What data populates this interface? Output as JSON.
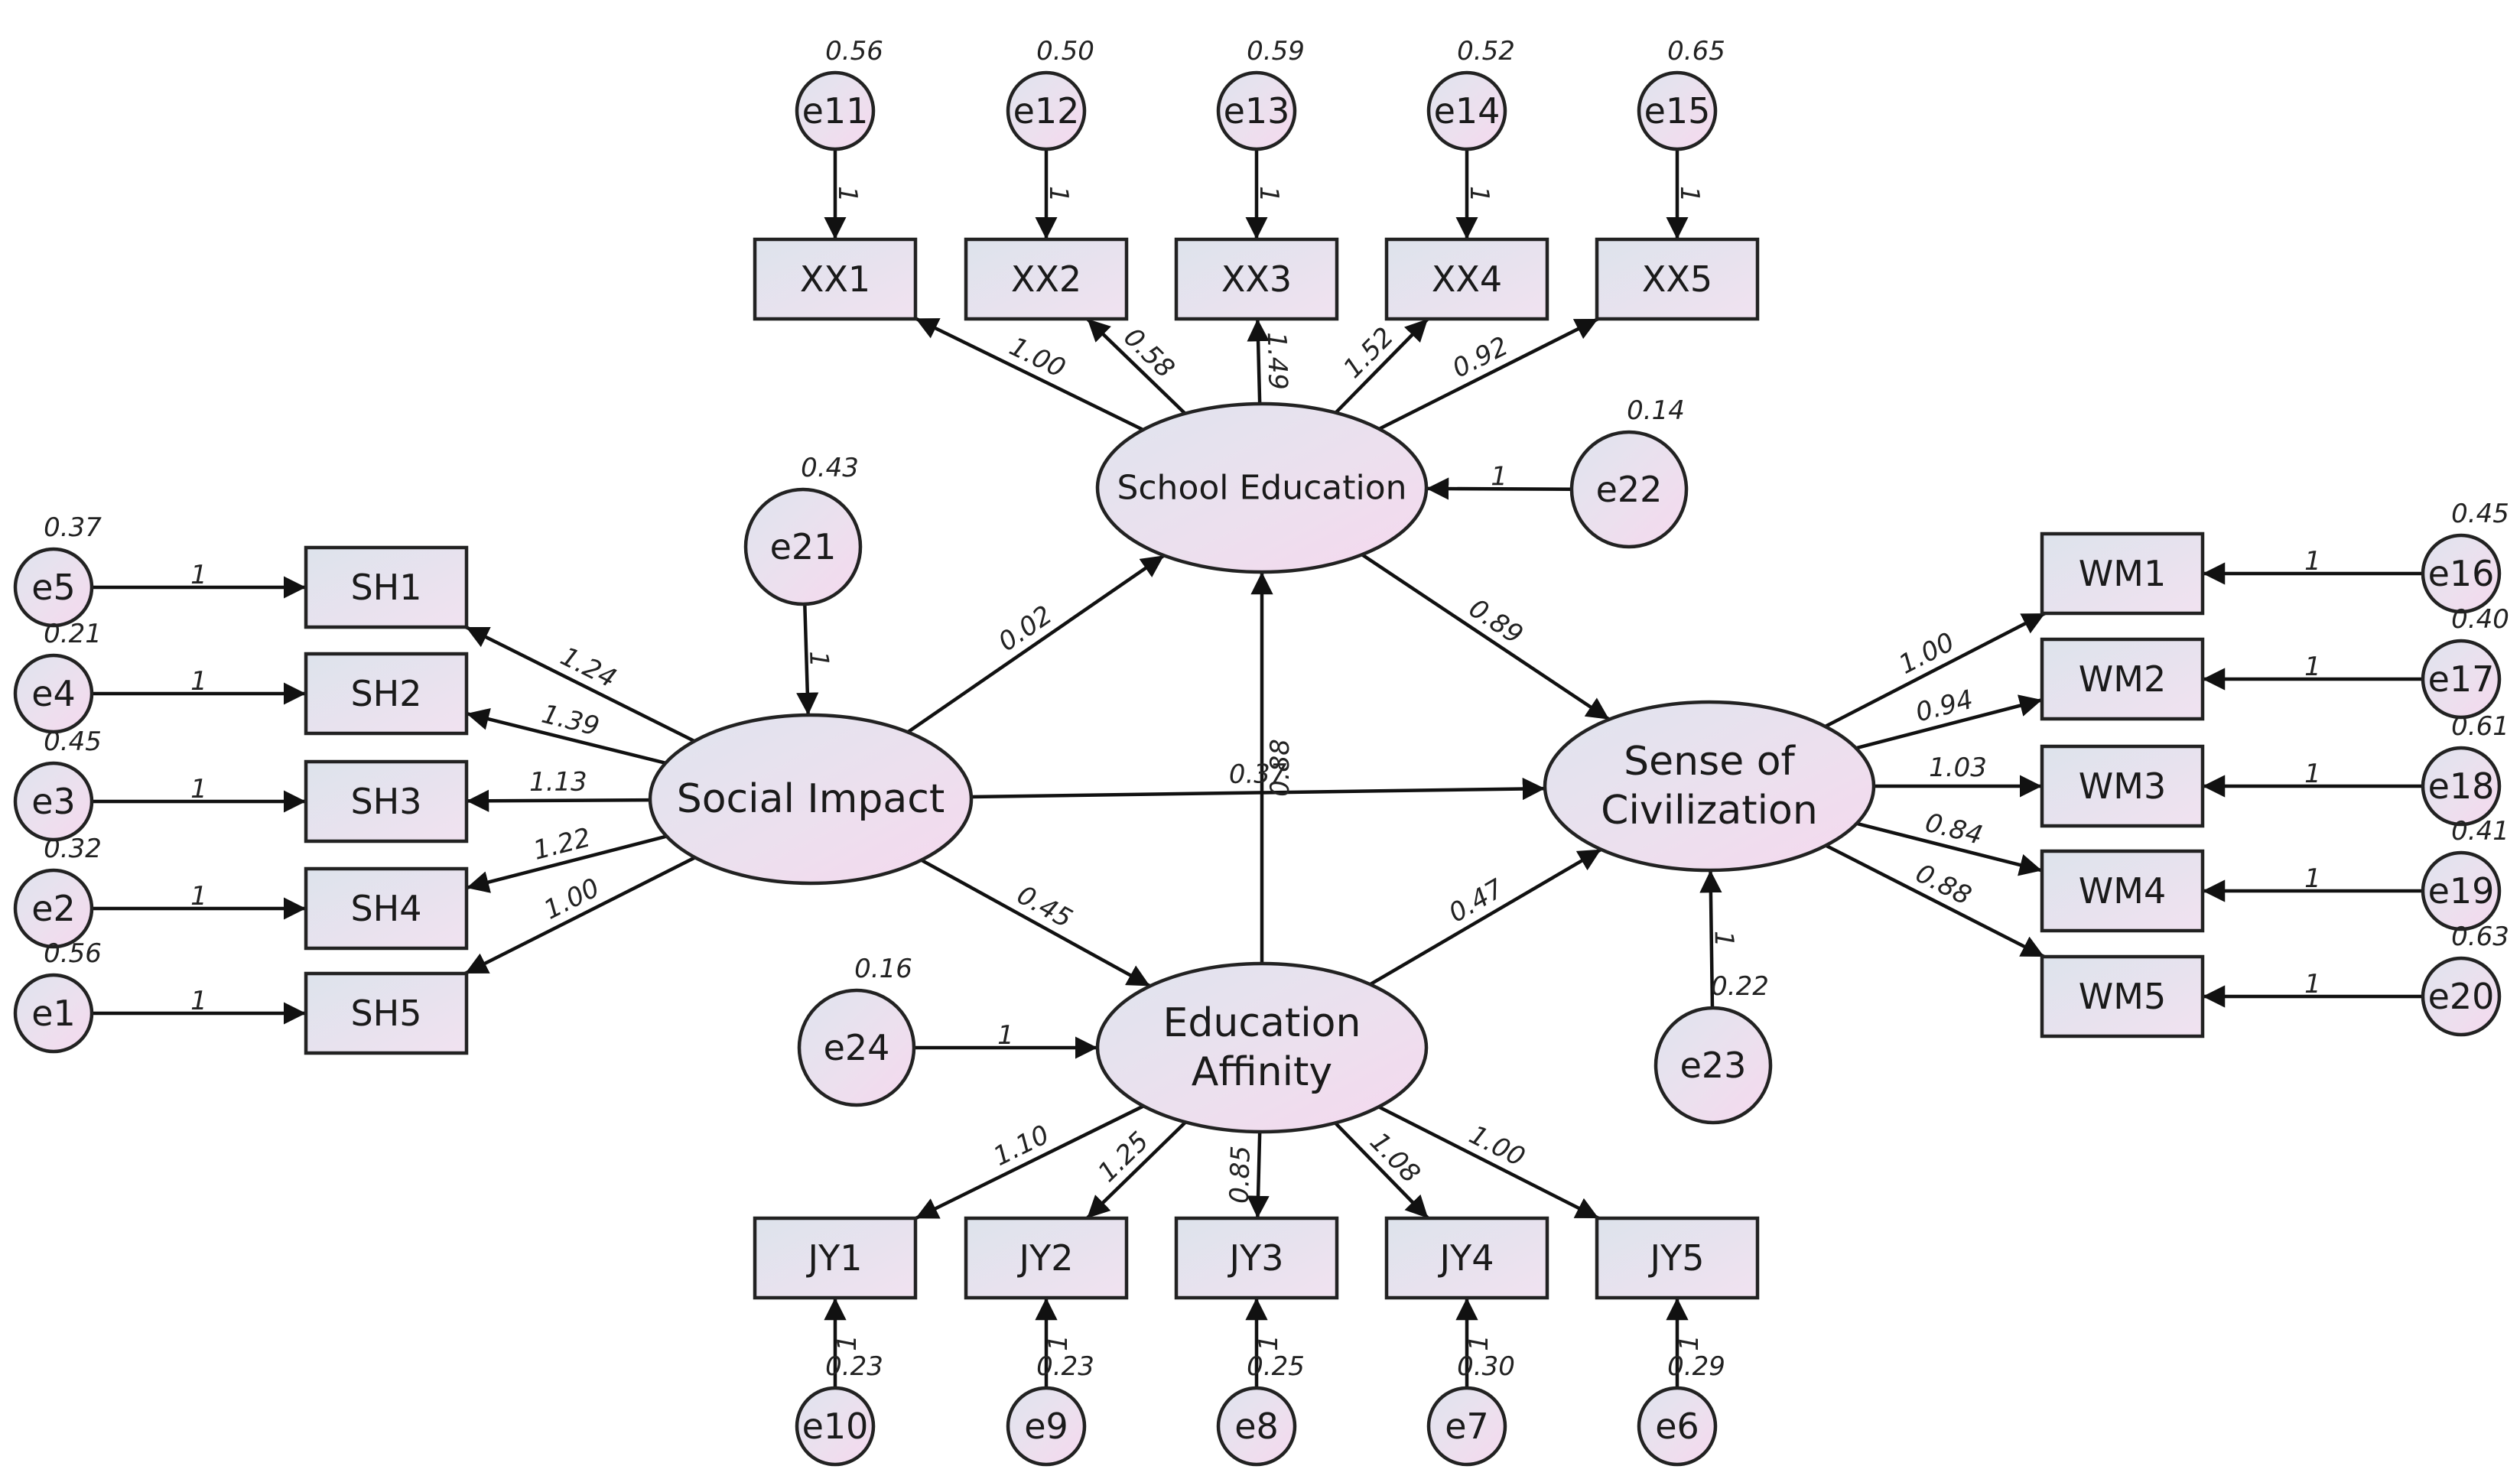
{
  "observed": {
    "XX1": "XX1",
    "XX2": "XX2",
    "XX3": "XX3",
    "XX4": "XX4",
    "XX5": "XX5",
    "SH1": "SH1",
    "SH2": "SH2",
    "SH3": "SH3",
    "SH4": "SH4",
    "SH5": "SH5",
    "WM1": "WM1",
    "WM2": "WM2",
    "WM3": "WM3",
    "WM4": "WM4",
    "WM5": "WM5",
    "JY1": "JY1",
    "JY2": "JY2",
    "JY3": "JY3",
    "JY4": "JY4",
    "JY5": "JY5"
  },
  "latent": {
    "SE": [
      "School Education"
    ],
    "SI": [
      "Social Impact"
    ],
    "SC": [
      "Sense of",
      "Civilization"
    ],
    "EA": [
      "Education",
      "Affinity"
    ]
  },
  "errors": {
    "e1": {
      "label": "e1",
      "variance": "0.56"
    },
    "e2": {
      "label": "e2",
      "variance": "0.32"
    },
    "e3": {
      "label": "e3",
      "variance": "0.45"
    },
    "e4": {
      "label": "e4",
      "variance": "0.21"
    },
    "e5": {
      "label": "e5",
      "variance": "0.37"
    },
    "e6": {
      "label": "e6",
      "variance": "0.29"
    },
    "e7": {
      "label": "e7",
      "variance": "0.30"
    },
    "e8": {
      "label": "e8",
      "variance": "0.25"
    },
    "e9": {
      "label": "e9",
      "variance": "0.23"
    },
    "e10": {
      "label": "e10",
      "variance": "0.23"
    },
    "e11": {
      "label": "e11",
      "variance": "0.56"
    },
    "e12": {
      "label": "e12",
      "variance": "0.50"
    },
    "e13": {
      "label": "e13",
      "variance": "0.59"
    },
    "e14": {
      "label": "e14",
      "variance": "0.52"
    },
    "e15": {
      "label": "e15",
      "variance": "0.65"
    },
    "e16": {
      "label": "e16",
      "variance": "0.45"
    },
    "e17": {
      "label": "e17",
      "variance": "0.40"
    },
    "e18": {
      "label": "e18",
      "variance": "0.61"
    },
    "e19": {
      "label": "e19",
      "variance": "0.41"
    },
    "e20": {
      "label": "e20",
      "variance": "0.63"
    },
    "e21": {
      "label": "e21",
      "variance": "0.43"
    },
    "e22": {
      "label": "e22",
      "variance": "0.14"
    },
    "e23": {
      "label": "e23",
      "variance": "0.22"
    },
    "e24": {
      "label": "e24",
      "variance": "0.16"
    }
  },
  "edges": [
    {
      "from": "SE",
      "to": "XX1",
      "label": "1.00"
    },
    {
      "from": "SE",
      "to": "XX2",
      "label": "0.58"
    },
    {
      "from": "SE",
      "to": "XX3",
      "label": "1.49"
    },
    {
      "from": "SE",
      "to": "XX4",
      "label": "1.52"
    },
    {
      "from": "SE",
      "to": "XX5",
      "label": "0.92"
    },
    {
      "from": "e11",
      "to": "XX1",
      "label": "1"
    },
    {
      "from": "e12",
      "to": "XX2",
      "label": "1"
    },
    {
      "from": "e13",
      "to": "XX3",
      "label": "1"
    },
    {
      "from": "e14",
      "to": "XX4",
      "label": "1"
    },
    {
      "from": "e15",
      "to": "XX5",
      "label": "1"
    },
    {
      "from": "e22",
      "to": "SE",
      "label": "1"
    },
    {
      "from": "SI",
      "to": "SH1",
      "label": "1.24"
    },
    {
      "from": "SI",
      "to": "SH2",
      "label": "1.39"
    },
    {
      "from": "SI",
      "to": "SH3",
      "label": "1.13"
    },
    {
      "from": "SI",
      "to": "SH4",
      "label": "1.22"
    },
    {
      "from": "SI",
      "to": "SH5",
      "label": "1.00"
    },
    {
      "from": "e5",
      "to": "SH1",
      "label": "1"
    },
    {
      "from": "e4",
      "to": "SH2",
      "label": "1"
    },
    {
      "from": "e3",
      "to": "SH3",
      "label": "1"
    },
    {
      "from": "e2",
      "to": "SH4",
      "label": "1"
    },
    {
      "from": "e1",
      "to": "SH5",
      "label": "1"
    },
    {
      "from": "e21",
      "to": "SI",
      "label": "1"
    },
    {
      "from": "SI",
      "to": "SE",
      "label": "0.02"
    },
    {
      "from": "SI",
      "to": "SC",
      "label": "0.37"
    },
    {
      "from": "SI",
      "to": "EA",
      "label": "0.45"
    },
    {
      "from": "EA",
      "to": "SE",
      "label": "0.88"
    },
    {
      "from": "SE",
      "to": "SC",
      "label": "0.89"
    },
    {
      "from": "EA",
      "to": "SC",
      "label": "0.47"
    },
    {
      "from": "SC",
      "to": "WM1",
      "label": "1.00"
    },
    {
      "from": "SC",
      "to": "WM2",
      "label": "0.94"
    },
    {
      "from": "SC",
      "to": "WM3",
      "label": "1.03"
    },
    {
      "from": "SC",
      "to": "WM4",
      "label": "0.84"
    },
    {
      "from": "SC",
      "to": "WM5",
      "label": "0.88"
    },
    {
      "from": "e16",
      "to": "WM1",
      "label": "1"
    },
    {
      "from": "e17",
      "to": "WM2",
      "label": "1"
    },
    {
      "from": "e18",
      "to": "WM3",
      "label": "1"
    },
    {
      "from": "e19",
      "to": "WM4",
      "label": "1"
    },
    {
      "from": "e20",
      "to": "WM5",
      "label": "1"
    },
    {
      "from": "e23",
      "to": "SC",
      "label": "1"
    },
    {
      "from": "e24",
      "to": "EA",
      "label": "1"
    },
    {
      "from": "EA",
      "to": "JY1",
      "label": "1.10"
    },
    {
      "from": "EA",
      "to": "JY2",
      "label": "1.25"
    },
    {
      "from": "EA",
      "to": "JY3",
      "label": "0.85"
    },
    {
      "from": "EA",
      "to": "JY4",
      "label": "1.08"
    },
    {
      "from": "EA",
      "to": "JY5",
      "label": "1.00"
    },
    {
      "from": "e10",
      "to": "JY1",
      "label": "1"
    },
    {
      "from": "e9",
      "to": "JY2",
      "label": "1"
    },
    {
      "from": "e8",
      "to": "JY3",
      "label": "1"
    },
    {
      "from": "e7",
      "to": "JY4",
      "label": "1"
    },
    {
      "from": "e6",
      "to": "JY5",
      "label": "1"
    }
  ]
}
